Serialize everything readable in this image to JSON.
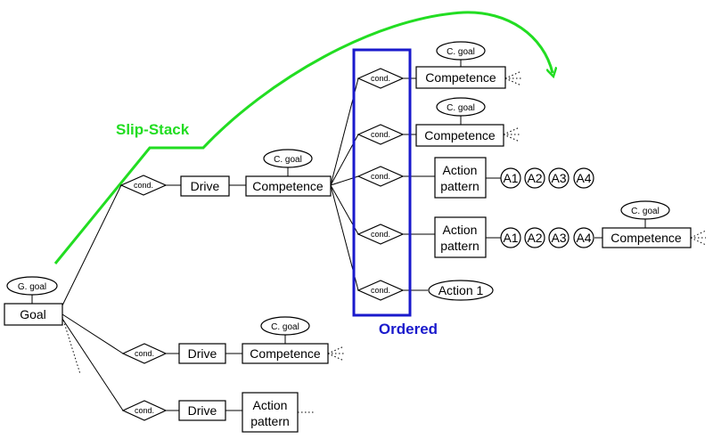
{
  "labels": {
    "goal": "Goal",
    "g_goal": "G. goal",
    "c_goal": "C. goal",
    "cond": "cond.",
    "drive": "Drive",
    "competence": "Competence",
    "action_pattern_line1": "Action",
    "action_pattern_line2": "pattern",
    "action_1": "Action 1",
    "a1": "A1",
    "a2": "A2",
    "a3": "A3",
    "a4": "A4",
    "slip_stack": "Slip-Stack",
    "ordered": "Ordered"
  },
  "colors": {
    "slip_stack": "#22dd22",
    "ordered": "#1a1acc"
  }
}
